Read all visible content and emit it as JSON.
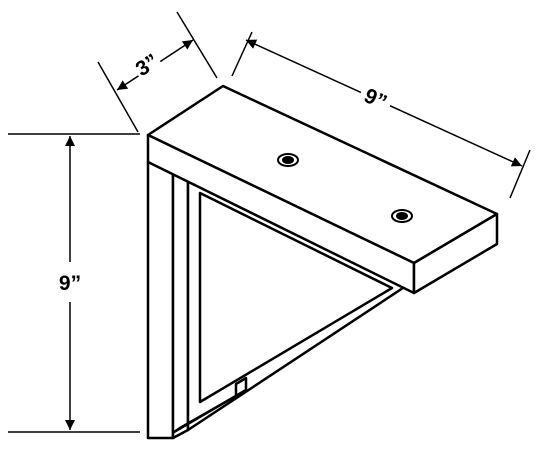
{
  "diagram": {
    "dimensions": {
      "depth": "3”",
      "length": "9”",
      "height": "9”"
    },
    "colors": {
      "line": "#000000",
      "surface": "#ffffff"
    }
  }
}
